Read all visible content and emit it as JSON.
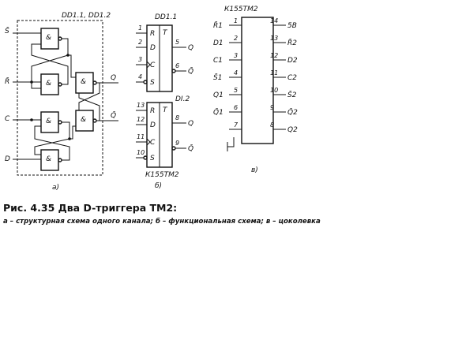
{
  "caption": {
    "number": "Рис. 4.35",
    "title": "Два D-триггера ТМ2:"
  },
  "subcaption": "а – структурная схема одного канала; б – функциональная схема; в – цоколевка",
  "panel_a": {
    "header": "DD1.1, DD1.2",
    "label": "а)",
    "gate_symbol": "&",
    "inputs": [
      "S̄",
      "R̄",
      "C",
      "D"
    ],
    "outputs": [
      "Q",
      "Q̄"
    ]
  },
  "panel_b": {
    "label": "б)",
    "chip1": {
      "title": "DD1.1",
      "t": "T",
      "pins_in": [
        {
          "num": "1",
          "name": "R"
        },
        {
          "num": "2",
          "name": "D"
        },
        {
          "num": "3",
          "name": "C"
        },
        {
          "num": "4",
          "name": "S"
        }
      ],
      "pins_out": [
        {
          "num": "5",
          "name": "Q"
        },
        {
          "num": "6",
          "name": "Q̄"
        }
      ]
    },
    "chip2": {
      "title": "DI.2",
      "t": "T",
      "pins_in": [
        {
          "num": "13",
          "name": "R"
        },
        {
          "num": "12",
          "name": "D"
        },
        {
          "num": "11",
          "name": "C"
        },
        {
          "num": "10",
          "name": "S"
        }
      ],
      "pins_out": [
        {
          "num": "8",
          "name": "Q"
        },
        {
          "num": "9",
          "name": "Q̄"
        }
      ],
      "part": "К155ТМ2"
    }
  },
  "panel_c": {
    "title": "К155ТМ2",
    "label": "в)",
    "left_pins": [
      {
        "name": "R̄1",
        "num": "1"
      },
      {
        "name": "D1",
        "num": "2"
      },
      {
        "name": "C1",
        "num": "3"
      },
      {
        "name": "S̄1",
        "num": "4"
      },
      {
        "name": "Q1",
        "num": "5"
      },
      {
        "name": "Q̄1",
        "num": "6"
      },
      {
        "name": "",
        "num": "7"
      }
    ],
    "right_pins": [
      {
        "num": "14",
        "name": "5В"
      },
      {
        "num": "13",
        "name": "R̄2"
      },
      {
        "num": "12",
        "name": "D2"
      },
      {
        "num": "11",
        "name": "C2"
      },
      {
        "num": "10",
        "name": "S̄2"
      },
      {
        "num": "9",
        "name": "Q̄2"
      },
      {
        "num": "8",
        "name": "Q2"
      }
    ]
  }
}
